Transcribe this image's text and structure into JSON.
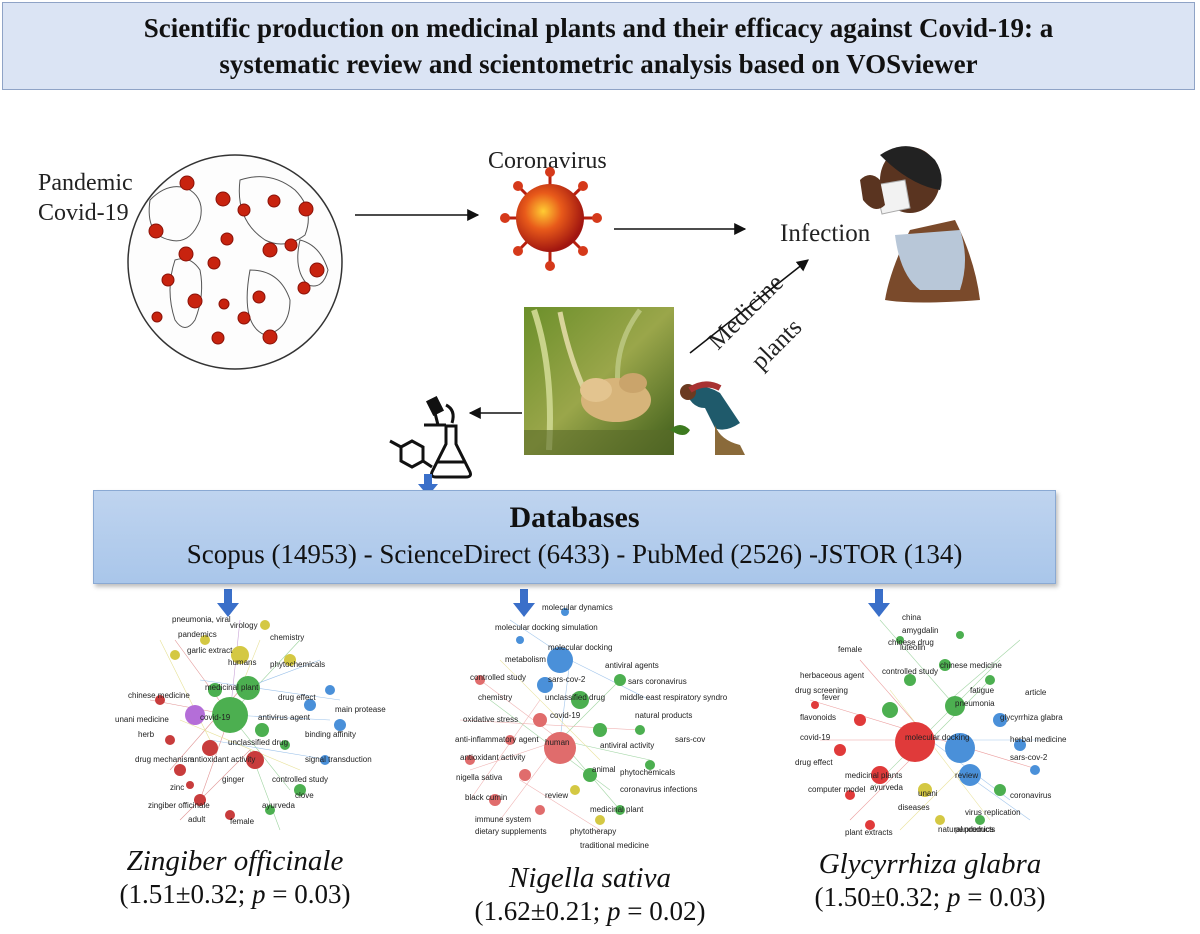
{
  "title": {
    "line1": "Scientific production on medicinal plants and their efficacy against Covid-19: a",
    "line2": "systematic review and scientometric analysis based on VOSviewer"
  },
  "flow": {
    "pandemic_line1": "Pandemic",
    "pandemic_line2": "Covid-19",
    "coronavirus": "Coronavirus",
    "infection": "Infection",
    "medicine_line1": "Medicine",
    "medicine_line2": "plants"
  },
  "databases": {
    "title": "Databases",
    "list": "Scopus (14953) - ScienceDirect (6433) - PubMed (2526) -JSTOR (134)"
  },
  "networks": [
    {
      "species": "Zingiber officinale",
      "stat_prefix": "(1.51±0.32; ",
      "p": "p",
      "stat_suffix": " = 0.03)",
      "keywords": [
        "pneumonia, viral",
        "virology",
        "pandemics",
        "chemistry",
        "garlic extract",
        "humans",
        "phytochemicals",
        "medicinal plant",
        "drug effect",
        "chinese medicine",
        "covid-19",
        "antivirus agent",
        "main protease",
        "unani medicine",
        "herb",
        "unclassified drug",
        "binding affinity",
        "drug mechanism",
        "antioxidant activity",
        "signal transduction",
        "ginger",
        "controlled study",
        "zinc",
        "clove",
        "zingiber officinale",
        "ayurveda",
        "adult",
        "female"
      ]
    },
    {
      "species": "Nigella sativa",
      "stat_prefix": "(1.62±0.21; ",
      "p": "p",
      "stat_suffix": " = 0.02)",
      "keywords": [
        "molecular dynamics",
        "molecular docking simulation",
        "molecular docking",
        "metabolism",
        "antiviral agents",
        "controlled study",
        "sars-cov-2",
        "sars coronavirus",
        "chemistry",
        "unclassified drug",
        "middle east respiratory syndro",
        "covid-19",
        "natural products",
        "oxidative stress",
        "human",
        "antiviral activity",
        "anti-inflammatory agent",
        "sars-cov",
        "antioxidant activity",
        "animal",
        "phytochemicals",
        "nigella sativa",
        "coronavirus infections",
        "review",
        "black cumin",
        "medicinal plant",
        "immune system",
        "dietary supplements",
        "phytotherapy",
        "traditional medicine"
      ]
    },
    {
      "species": "Glycyrrhiza glabra",
      "stat_prefix": "(1.50±0.32; ",
      "p": "p",
      "stat_suffix": " = 0.03)",
      "keywords": [
        "china",
        "amygdalin",
        "chinese drug",
        "female",
        "luteolin",
        "chinese medicine",
        "controlled study",
        "herbaceous agent",
        "fatigue",
        "drug screening",
        "fever",
        "pneumonia",
        "article",
        "flavonoids",
        "glycyrrhiza glabra",
        "molecular docking",
        "covid-19",
        "herbal medicine",
        "drug effect",
        "medicinal plants",
        "review",
        "sars-cov-2",
        "computer model",
        "ayurveda",
        "unani",
        "coronavirus",
        "diseases",
        "virus replication",
        "plant extracts",
        "natural products",
        "pandemics"
      ]
    }
  ]
}
